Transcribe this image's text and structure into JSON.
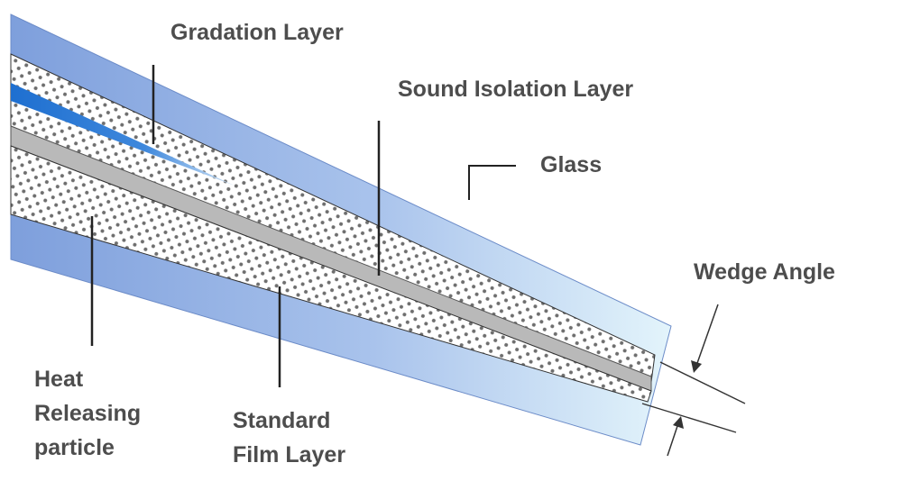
{
  "labels": {
    "gradation_layer": "Gradation Layer",
    "sound_isolation_layer": "Sound Isolation Layer",
    "glass": "Glass",
    "wedge_angle": "Wedge Angle",
    "heat_releasing_particle": [
      "Heat",
      "Releasing",
      "particle"
    ],
    "standard_film_layer": [
      "Standard",
      "Film Layer"
    ]
  },
  "colors": {
    "glass_dark": "#7e9fdc",
    "glass_light": "#e3f4fb",
    "dotted_layer_bg": "#ffffff",
    "dot": "#6e6e6e",
    "core_layer": "#b9b9b9",
    "gradation_stripe": "#1e6fd0",
    "leader_line": "#222222",
    "label_text": "#4d4d4d"
  }
}
